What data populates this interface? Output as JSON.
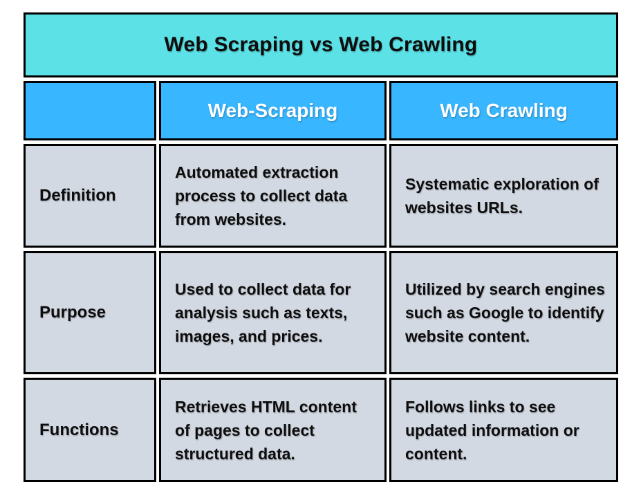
{
  "title": "Web Scraping vs Web Crawling",
  "colors": {
    "title_bg": "#5CE1E6",
    "header_bg": "#38B6FF",
    "cell_bg": "#D3D9E3",
    "border": "#000000",
    "header_text": "#FFFFFF",
    "body_text": "#0D0D0D",
    "page_bg": "#FFFFFF"
  },
  "table": {
    "columns": [
      "",
      "Web-Scraping",
      "Web Crawling"
    ],
    "rows": [
      {
        "label": "Definition",
        "web_scraping": "Automated extraction process to collect data from websites.",
        "web_crawling": "Systematic exploration of websites URLs."
      },
      {
        "label": "Purpose",
        "web_scraping": "Used to collect data for analysis such as texts, images, and prices.",
        "web_crawling": "Utilized by search engines such as Google to identify website content."
      },
      {
        "label": "Functions",
        "web_scraping": "Retrieves HTML content of pages to collect structured data.",
        "web_crawling": "Follows links to see updated information or content."
      }
    ]
  },
  "chart_data": {
    "type": "table",
    "title": "Web Scraping vs Web Crawling",
    "columns": [
      "",
      "Web-Scraping",
      "Web Crawling"
    ],
    "rows": [
      [
        "Definition",
        "Automated extraction process to collect data from websites.",
        "Systematic exploration of websites URLs."
      ],
      [
        "Purpose",
        "Used to collect data for analysis such as texts, images, and prices.",
        "Utilized by search engines such as Google to identify website content."
      ],
      [
        "Functions",
        "Retrieves HTML content of pages to collect structured data.",
        "Follows links to see updated information or content."
      ]
    ],
    "layout_hints": {
      "title_position": "top-banner",
      "header_row": true,
      "label_column": true,
      "grid": "separated-bordered-cells"
    }
  }
}
